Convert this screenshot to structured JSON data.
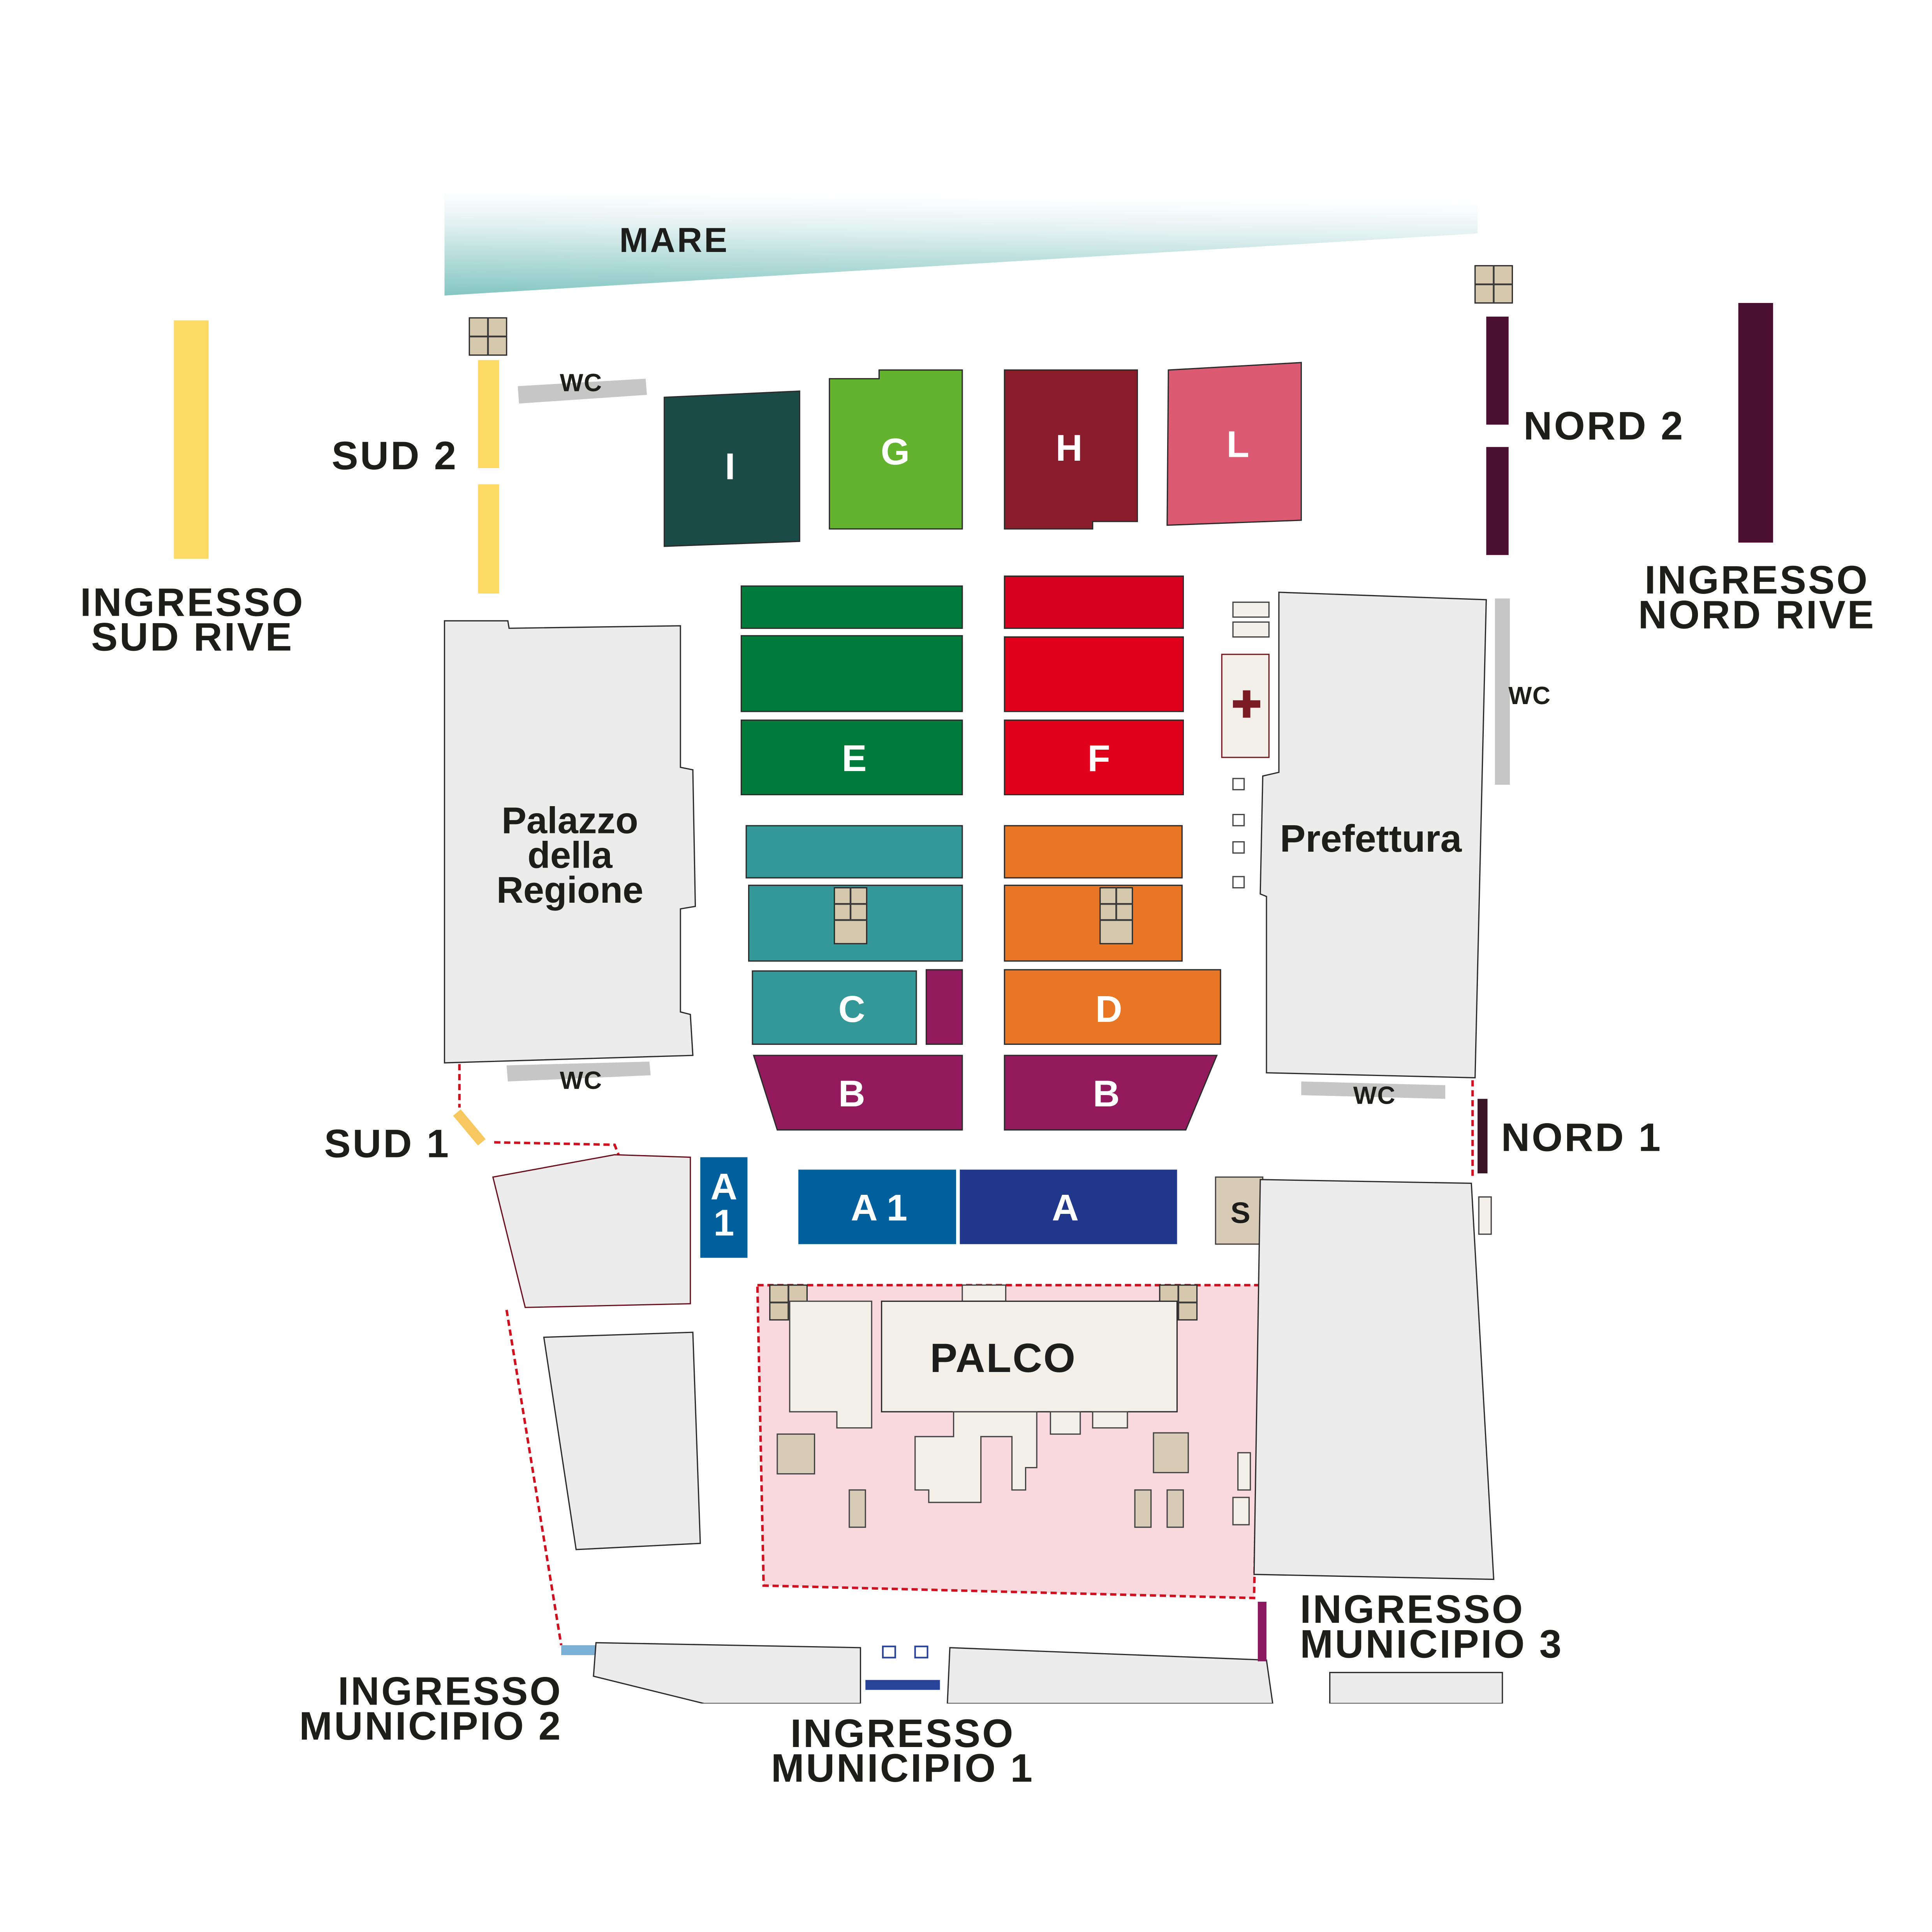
{
  "map": {
    "sea": {
      "label": "MARE"
    },
    "wc_label": "WC",
    "stage": {
      "label": "PALCO"
    },
    "service": {
      "label": "S"
    },
    "buildings": {
      "palazzo_regione": {
        "line1": "Palazzo",
        "line2": "della",
        "line3": "Regione"
      },
      "prefettura": {
        "label": "Prefettura"
      }
    },
    "gates": {
      "sud_2": {
        "label": "SUD 2"
      },
      "sud_1": {
        "label": "SUD 1"
      },
      "nord_2": {
        "label": "NORD 2"
      },
      "nord_1": {
        "label": "NORD 1"
      }
    },
    "entrances": {
      "sud_rive": {
        "line1": "INGRESSO",
        "line2": "SUD RIVE"
      },
      "nord_rive": {
        "line1": "INGRESSO",
        "line2": "NORD RIVE"
      },
      "municipio_1": {
        "line1": "INGRESSO",
        "line2": "MUNICIPIO 1"
      },
      "municipio_2": {
        "line1": "INGRESSO",
        "line2": "MUNICIPIO 2"
      },
      "municipio_3": {
        "line1": "INGRESSO",
        "line2": "MUNICIPIO 3"
      }
    },
    "sectors": {
      "i": {
        "label": "I"
      },
      "g": {
        "label": "G"
      },
      "h": {
        "label": "H"
      },
      "l": {
        "label": "L"
      },
      "e": {
        "label": "E"
      },
      "f": {
        "label": "F"
      },
      "c": {
        "label": "C"
      },
      "d": {
        "label": "D"
      },
      "b_left": {
        "label": "B"
      },
      "b_right": {
        "label": "B"
      },
      "a1_side": {
        "line1": "A",
        "line2": "1"
      },
      "a1": {
        "label": "A 1"
      },
      "a": {
        "label": "A"
      }
    }
  },
  "icons": {
    "first_aid": "first-aid-cross-icon",
    "tower": "tower-grid-icon"
  },
  "colors": {
    "sea": "#84c6c2",
    "text": "#1d1d1b",
    "gate_text": "#3b1424",
    "sud_gate": "#fdd966",
    "sud_1_gate": "#f6c85f",
    "nord_gate": "#4a0f31",
    "nord_1_gate": "#3b1424",
    "sector_i": "#1b4b47",
    "sector_g": "#64b32f",
    "sector_h": "#8a1c2b",
    "sector_l": "#dc5b73",
    "sector_e": "#007b3b",
    "sector_f": "#e1001b",
    "sector_f_front": "#d7001f",
    "sector_c": "#339897",
    "sector_c_side": "#941a5e",
    "sector_d": "#e87624",
    "sector_b": "#941a5e",
    "sector_a1": "#00609d",
    "sector_a": "#21378b",
    "service": "#d8ccb6",
    "tower": "#d5c8ad",
    "building": "#ececec",
    "facility": "#f3f0e9",
    "stage_area": "#f9d9dd",
    "dashed_line": "#d0101f",
    "wc": "#c6c6c6",
    "first_aid": "#7a1b23",
    "municipio_1_gate": "#27449a",
    "municipio_2_gate": "#7ab1d4",
    "municipio_3_gate": "#8b1a60"
  }
}
